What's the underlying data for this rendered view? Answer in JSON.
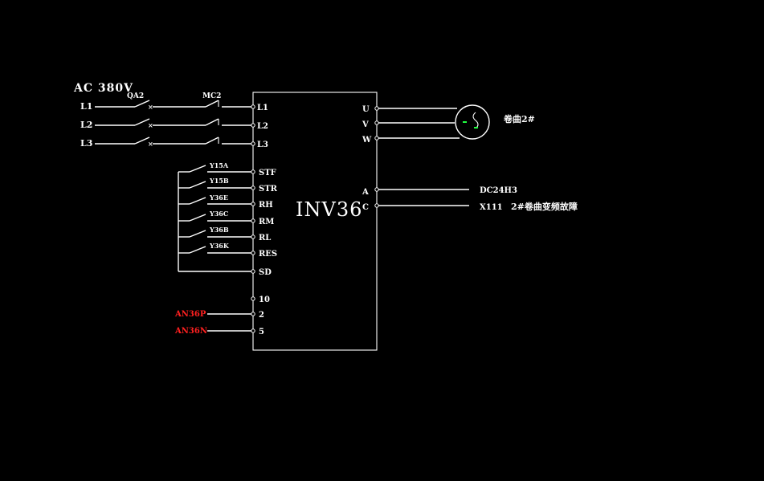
{
  "supply": {
    "title": "AC 380V",
    "phases": [
      "L1",
      "L2",
      "L3"
    ]
  },
  "breaker_label": "QA2",
  "contactor_label": "MC2",
  "inverter": {
    "name": "INV36",
    "power_inputs": [
      "L1",
      "L2",
      "L3"
    ],
    "control_inputs": [
      "STF",
      "STR",
      "RH",
      "RM",
      "RL",
      "RES",
      "SD"
    ],
    "analog_inputs": [
      "10",
      "2",
      "5"
    ],
    "motor_outputs": [
      "U",
      "V",
      "W"
    ],
    "fault_outputs": [
      "A",
      "C"
    ]
  },
  "relay_contacts": [
    "Y15A",
    "Y15B",
    "Y36E",
    "Y36C",
    "Y36B",
    "Y36K"
  ],
  "analog_signals": [
    "AN36P",
    "AN36N"
  ],
  "motor_label": "卷曲2#",
  "fault_signals": {
    "a": "DC24H3",
    "c_wire": "X111",
    "c_desc": "2#卷曲变频故障"
  },
  "colors": {
    "background": "#000000",
    "line": "#ffffff",
    "analog": "#ff2020",
    "motor_symbol": "#20ff40"
  }
}
